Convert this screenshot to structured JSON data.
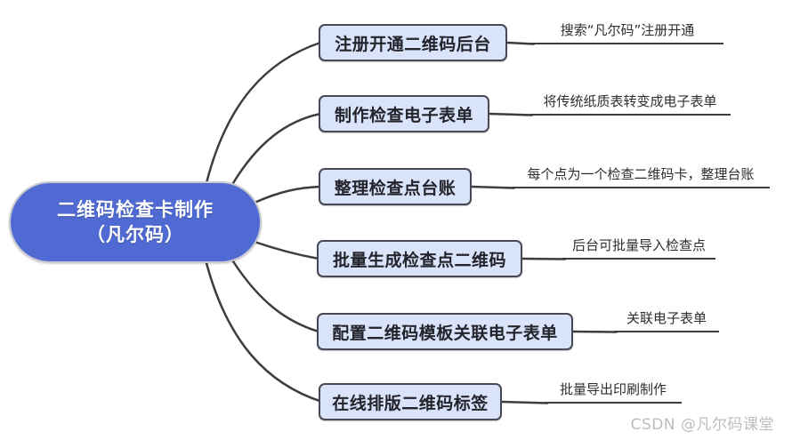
{
  "root": {
    "label_line1": "二维码检查卡制作",
    "label_line2": "（凡尔码）"
  },
  "branches": [
    {
      "label": "注册开通二维码后台",
      "note": "搜索“凡尔码”注册开通"
    },
    {
      "label": "制作检查电子表单",
      "note": "将传统纸质表转变成电子表单"
    },
    {
      "label": "整理检查点台账",
      "note": "每个点为一个检查二维码卡，整理台账"
    },
    {
      "label": "批量生成检查点二维码",
      "note": "后台可批量导入检查点"
    },
    {
      "label": "配置二维码模板关联电子表单",
      "note": "关联电子表单"
    },
    {
      "label": "在线排版二维码标签",
      "note": "批量导出印刷制作"
    }
  ],
  "watermark": "CSDN @凡尔码课堂",
  "colors": {
    "root_fill": "#4f6ad2",
    "root_text": "#ffffff",
    "branch_fill": "#d9e3fa",
    "branch_border": "#494955",
    "branch_text": "#24242c",
    "connector_line": "#3d3d3d",
    "watermark_text": "#bdbdbd"
  }
}
